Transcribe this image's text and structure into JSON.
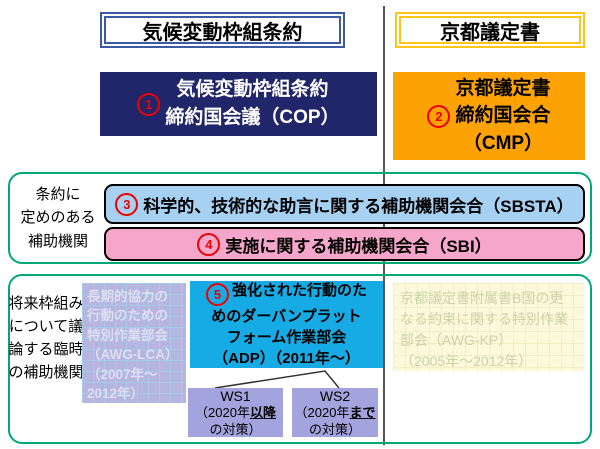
{
  "headers": {
    "left": "気候変動枠組条約",
    "right": "京都議定書"
  },
  "cop": {
    "num": "1",
    "line1": "気候変動枠組条約",
    "line2": "締約国会議（COP）"
  },
  "cmp": {
    "num": "2",
    "line1": "京都議定書",
    "line2": "締約国会合",
    "line3": "（CMP）"
  },
  "section1": {
    "label": {
      "line1": "条約に",
      "line2": "定めのある",
      "line3": "補助機関"
    },
    "sbsta": {
      "num": "3",
      "text": "科学的、技術的な助言に関する補助機関会合（SBSTA）"
    },
    "sbi": {
      "num": "4",
      "text": "実施に関する補助機関会合（SBI）"
    }
  },
  "section2": {
    "label": {
      "line1": "将来枠組み",
      "line2": "について議",
      "line3": "論する臨時",
      "line4": "の補助機関"
    },
    "awg_lca": {
      "line1": "長期的協力の",
      "line2": "行動のための",
      "line3": "特別作業部会",
      "line4": "（AWG-LCA）",
      "line5": "（2007年～",
      "line6": "2012年）"
    },
    "adp": {
      "num": "5",
      "line1": "強化された行動のた",
      "line2": "めのダーバンプラット",
      "line3": "フォーム作業部会",
      "line4": "（ADP）（2011年～）"
    },
    "ws1": {
      "title": "WS1",
      "pre": "（2020年",
      "em": "以降",
      "post": "の対策）"
    },
    "ws2": {
      "title": "WS2",
      "pre": "（2020年",
      "em": "まで",
      "post": "の対策）"
    },
    "awg_kp": {
      "line1": "京都議定書附属書B国の更",
      "line2": "なる約束に関する特別作業",
      "line3": "部会（AWG-KP）",
      "line4": "（2005年～2012年）"
    }
  },
  "colors": {
    "navy_box": "#21266a",
    "orange_box": "#fca204",
    "header_left_border": "#3b5ba5",
    "header_right_border": "#ffc417",
    "sbsta_fill": "#a7d1f2",
    "sbi_fill": "#f7a6cb",
    "adp_fill": "#17abe5",
    "ws_fill": "#a3a3dd",
    "awg_lca_fill": "#b5b5e0",
    "awg_kp_fill": "#fbf9d9",
    "container_border": "#00a878",
    "number_red": "#ee0000",
    "divider_gray": "#555555"
  }
}
